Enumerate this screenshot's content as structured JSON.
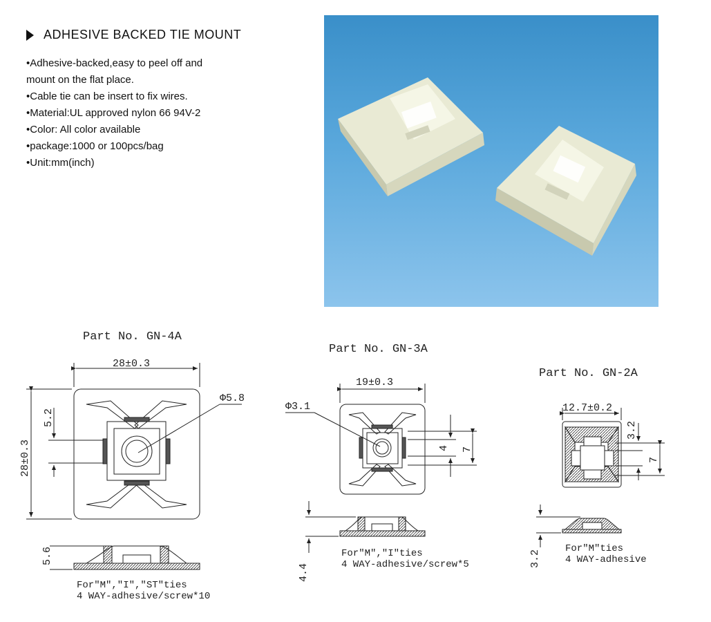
{
  "header": {
    "title": "ADHESIVE BACKED TIE MOUNT"
  },
  "bullets": [
    "•Adhesive-backed,easy to peel off and",
    "mount on the flat place.",
    "•Cable tie can be insert to fix wires.",
    "•Material:UL approved nylon 66 94V-2",
    "•Color: All color available",
    "•package:1000 or 100pcs/bag",
    "•Unit:mm(inch)"
  ],
  "parts": {
    "gn4a": {
      "label": "Part No. GN-4A",
      "width": "28±0.3",
      "height": "28±0.3",
      "hole": "Φ5.8",
      "slot": "5.2",
      "thickness": "5.6",
      "note1": "For\"M\",\"I\",\"ST\"ties",
      "note2": "4 WAY-adhesive/screw*10"
    },
    "gn3a": {
      "label": "Part No. GN-3A",
      "width": "19±0.3",
      "hole": "Φ3.1",
      "slot": "4",
      "slot_outer": "7",
      "thickness": "4.4",
      "note1": "For\"M\",\"I\"ties",
      "note2": "4 WAY-adhesive/screw*5"
    },
    "gn2a": {
      "label": "Part No. GN-2A",
      "width": "12.7±0.2",
      "slot": "3.2",
      "slot_outer": "7",
      "thickness": "3.2",
      "note1": "For\"M\"ties",
      "note2": "4 WAY-adhesive"
    }
  }
}
